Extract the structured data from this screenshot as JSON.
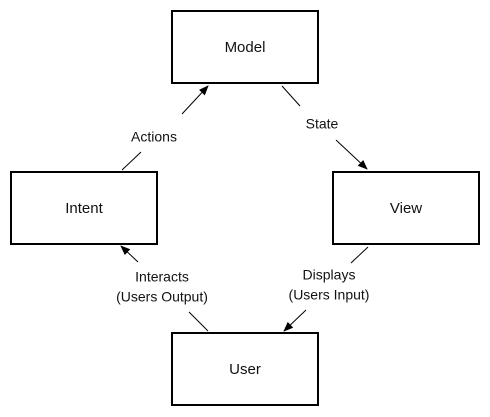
{
  "nodes": {
    "model": "Model",
    "view": "View",
    "user": "User",
    "intent": "Intent"
  },
  "edges": {
    "state": "State",
    "displays_line1": "Displays",
    "displays_line2": "(Users Input)",
    "interacts_line1": "Interacts",
    "interacts_line2": "(Users Output)",
    "actions": "Actions"
  }
}
